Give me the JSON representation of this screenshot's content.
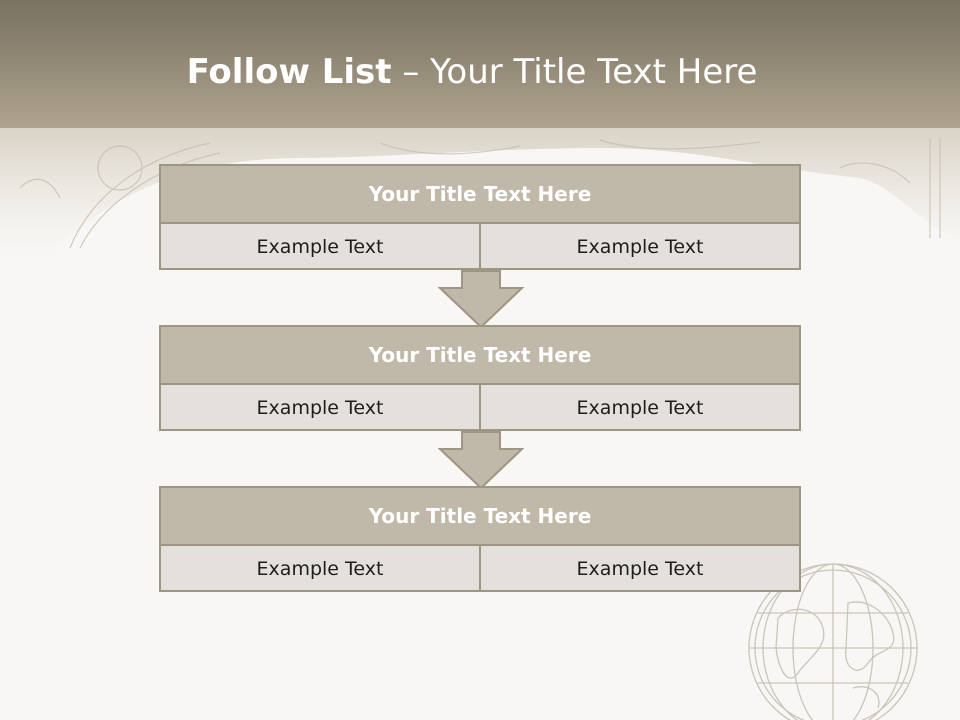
{
  "slide": {
    "title_bold": "Follow List",
    "title_rest": "– Your Title Text Here"
  },
  "blocks": [
    {
      "title": "Your Title Text Here",
      "left": "Example Text",
      "right": "Example Text"
    },
    {
      "title": "Your Title Text Here",
      "left": "Example Text",
      "right": "Example Text"
    },
    {
      "title": "Your Title Text Here",
      "left": "Example Text",
      "right": "Example Text"
    }
  ],
  "colors": {
    "header": "#8d8472",
    "block_title_fill": "#c0b8a8",
    "block_body_fill": "#e4e1dc",
    "border": "#9e9582",
    "arrow_fill": "#c0b8a8"
  },
  "icons": [
    "antique-map-decoration",
    "globe-illustration",
    "down-arrow-icon"
  ]
}
